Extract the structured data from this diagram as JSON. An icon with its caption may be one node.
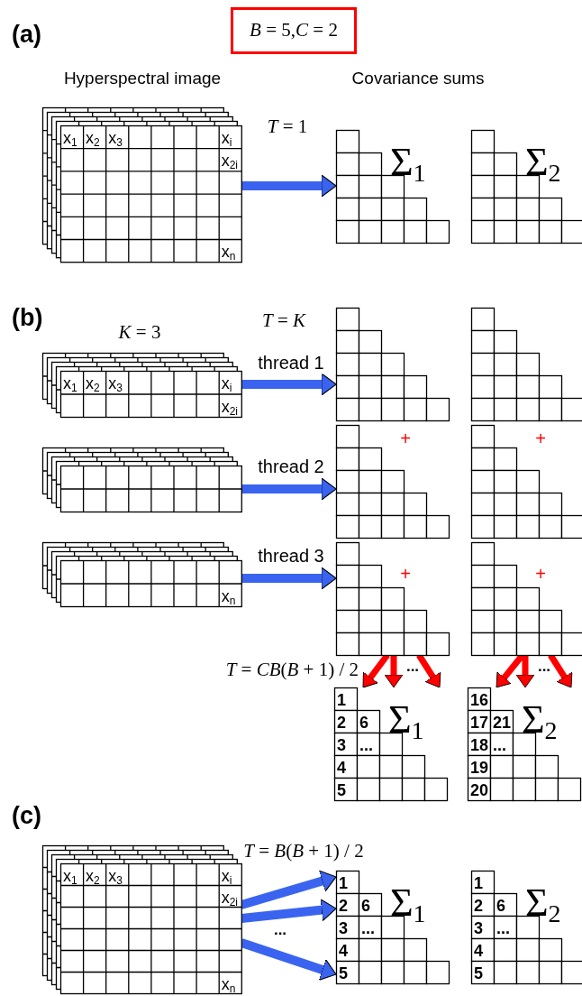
{
  "diagram": {
    "nodes": [
      {
        "text": [
          "*B* = 5,*C* = 2"
        ]
      },
      {
        "text": [
          "x$_{1}$",
          "x$_{2}$",
          "x$_{3}$",
          "x$_{i}$",
          "x$_{2i}$",
          "x$_{n}$"
        ]
      },
      {
        "text": [
          "Σ$_{1}$"
        ]
      },
      {
        "text": [
          "Σ$_{2}$"
        ]
      },
      {
        "text": [
          "x$_{1}$",
          "x$_{2}$",
          "x$_{3}$",
          "x$_{i}$",
          "x$_{2i}$"
        ]
      },
      {
        "text": [],
        "shape": "box"
      },
      {
        "text": [
          "x$_{n}$"
        ]
      },
      {
        "text": [],
        "shape": "box"
      },
      {
        "text": [],
        "shape": "box"
      },
      {
        "text": [
          "+"
        ]
      },
      {
        "text": [
          "+"
        ]
      },
      {
        "text": [
          "+"
        ]
      },
      {
        "text": [
          "+"
        ]
      },
      {
        "text": [
          "1",
          "2",
          "6",
          "3",
          "...",
          "4",
          "5",
          "Σ$_{1}$"
        ]
      },
      {
        "text": [
          "16",
          "17",
          "21",
          "18",
          "...",
          "19",
          "20",
          "Σ$_{2}$"
        ]
      },
      {
        "text": [
          "x$_{1}$",
          "x$_{2}$",
          "x$_{3}$",
          "x$_{i}$",
          "x$_{2i}$",
          "x$_{n}$"
        ]
      },
      {
        "text": [
          "1",
          "2",
          "6",
          "3",
          "...",
          "4",
          "5",
          "Σ$_{1}$"
        ]
      },
      {
        "text": [
          "1",
          "2",
          "6",
          "3",
          "...",
          "4",
          "5",
          "Σ$_{2}$"
        ]
      }
    ],
    "edges": [
      {
        "from": 1,
        "to": 2,
        "arrow": "to",
        "label": "*T* = 1"
      },
      {
        "from": 4,
        "to": 7,
        "arrow": "to",
        "label": "thread 1"
      },
      {
        "from": 5,
        "to": 9,
        "arrow": "to",
        "label": "thread 2"
      },
      {
        "from": 6,
        "to": 11,
        "arrow": "to",
        "label": "thread 3"
      },
      {
        "from": 11,
        "to": 13,
        "arrow": "to",
        "color": "#ff0000"
      },
      {
        "from": 11,
        "to": 13,
        "arrow": "to",
        "color": "#ff0000"
      },
      {
        "from": 11,
        "to": 13,
        "arrow": "to",
        "color": "#ff0000"
      },
      {
        "from": 12,
        "to": 14,
        "arrow": "to",
        "color": "#ff0000"
      },
      {
        "from": 12,
        "to": 14,
        "arrow": "to",
        "color": "#ff0000"
      },
      {
        "from": 12,
        "to": 14,
        "arrow": "to",
        "color": "#ff0000"
      },
      {
        "from": 15,
        "to": 16,
        "arrow": "to"
      },
      {
        "from": 15,
        "to": 16,
        "arrow": "to"
      },
      {
        "from": 15,
        "to": 16,
        "arrow": "to"
      }
    ],
    "labels": [
      "(a)",
      "Hyperspectral image",
      "Covariance sums",
      "(b)",
      "*K* = 3",
      "*T* = *K*",
      "*T* = *CB*(*B* + 1) / 2",
      "...",
      "...",
      "(c)",
      "*T* = *B*(*B* + 1) / 2",
      "..."
    ]
  }
}
